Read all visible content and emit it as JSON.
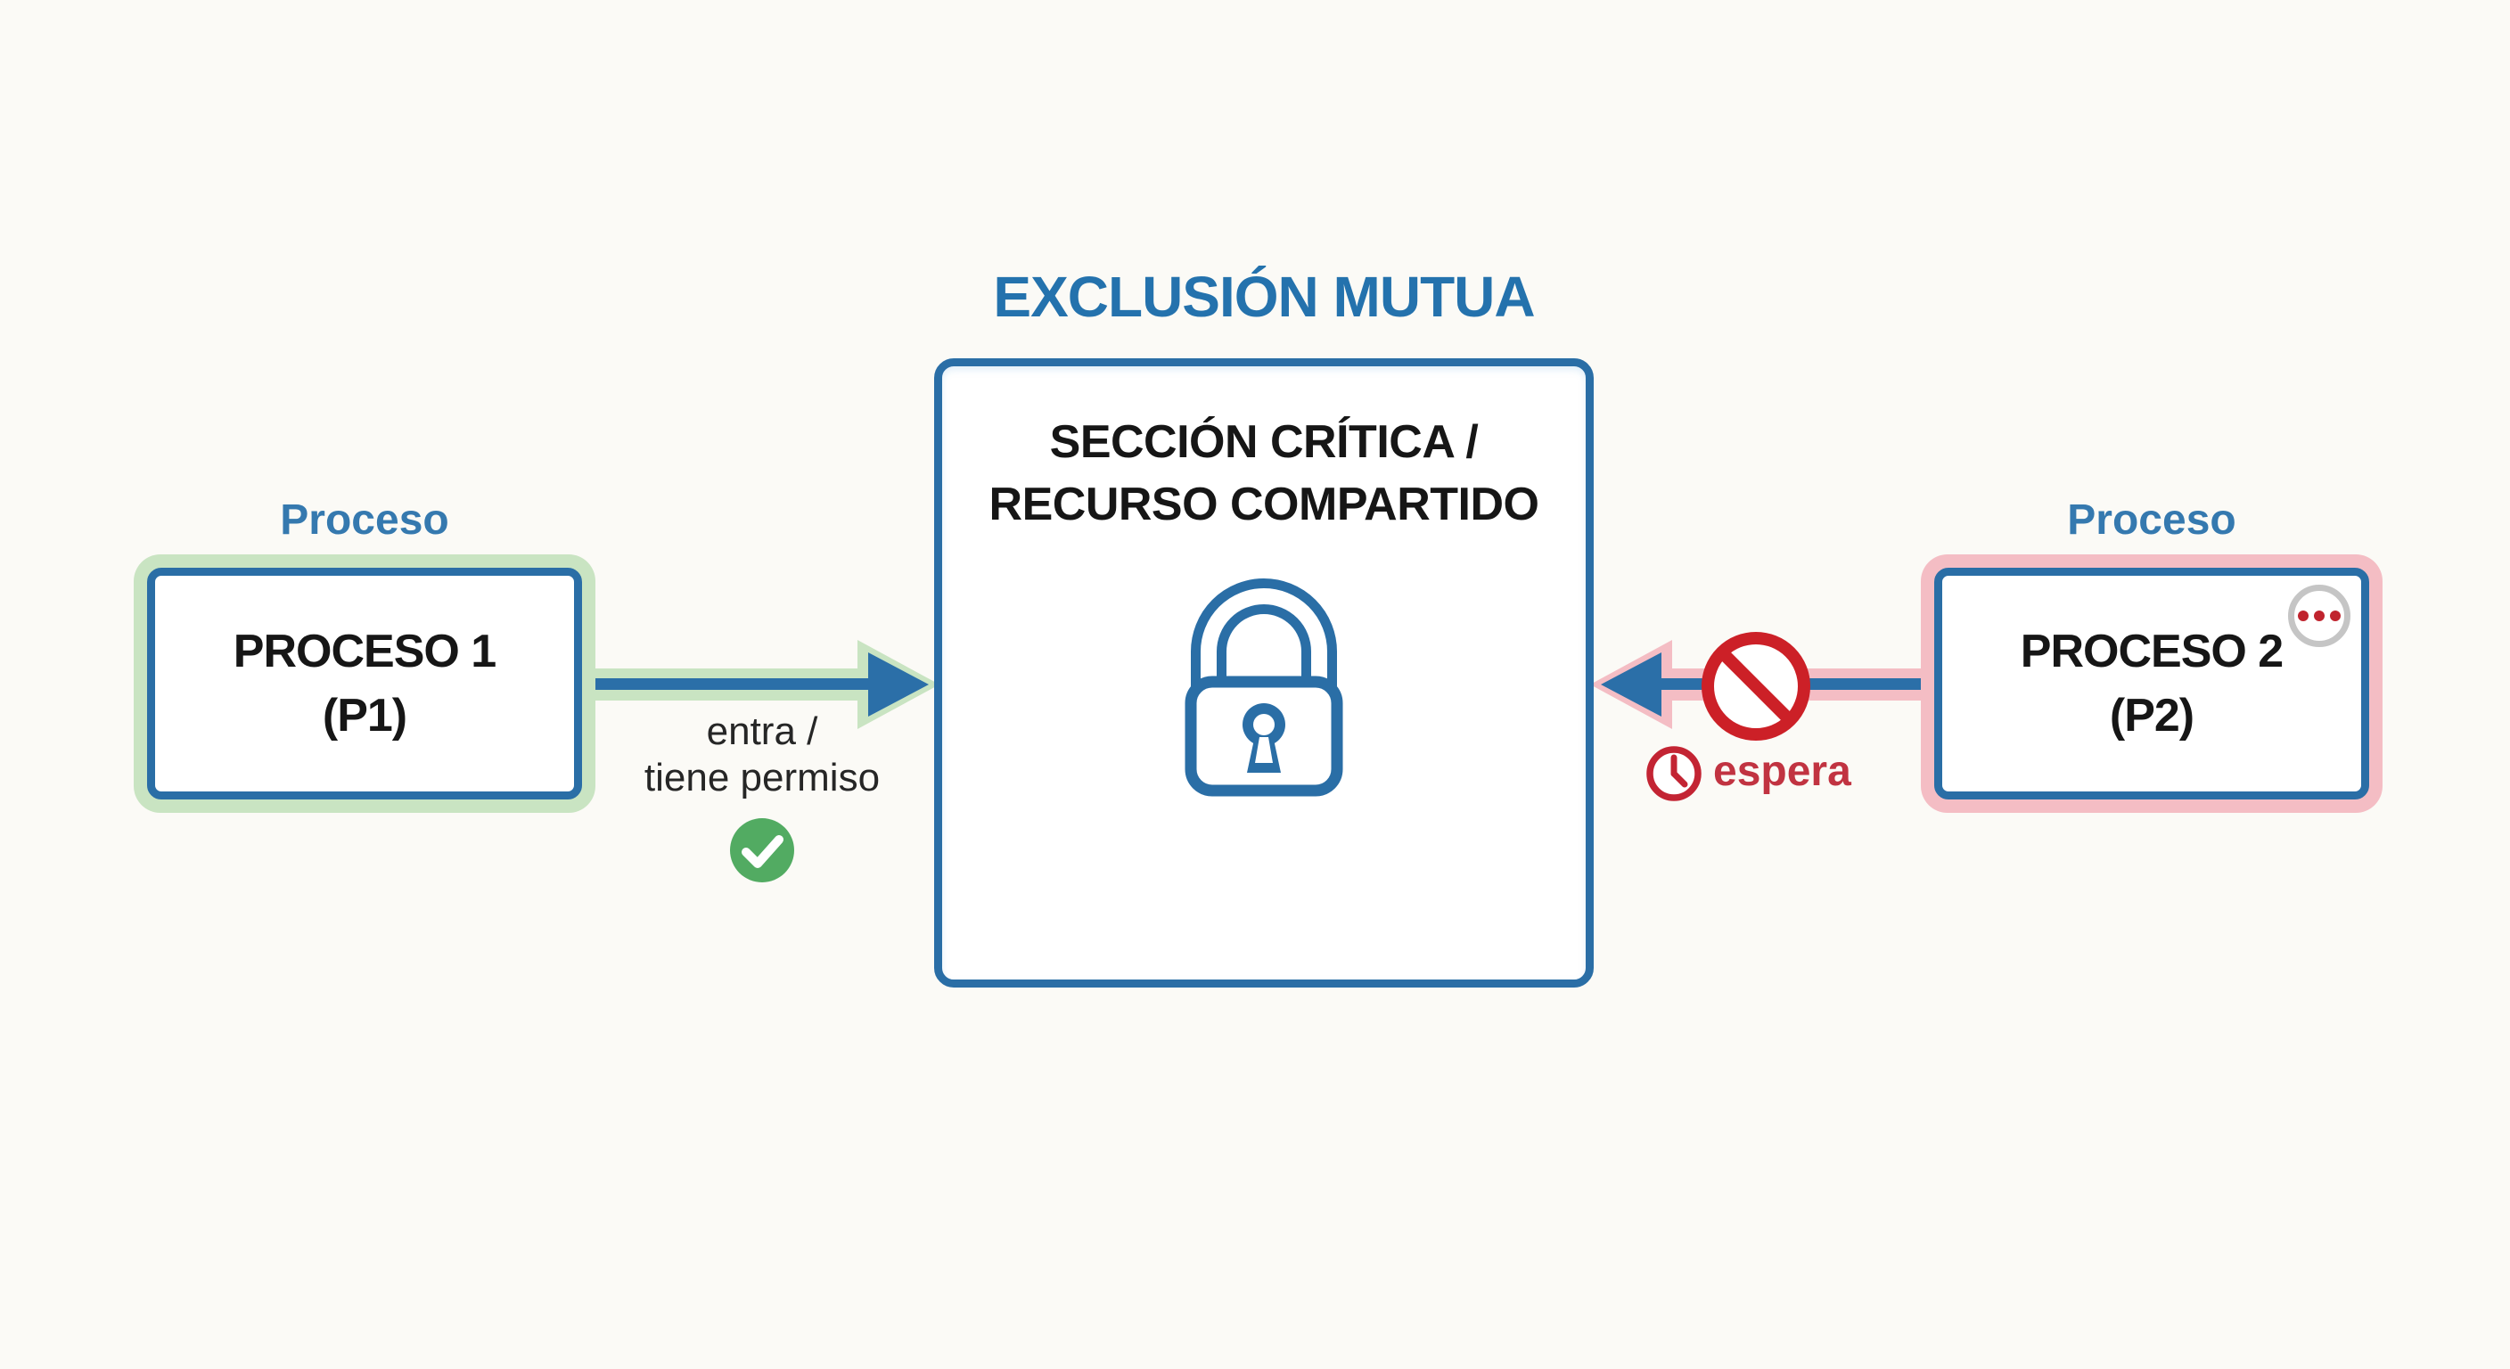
{
  "title": "EXCLUSIÓN MUTUA",
  "critical_section": {
    "line1": "SECCIÓN CRÍTICA /",
    "line2": "RECURSO COMPARTIDO",
    "icon": "lock-icon"
  },
  "process1": {
    "caption": "Proceso",
    "name_line1": "PROCESO 1",
    "name_line2": "(P1)",
    "state": "entra",
    "glow_color": "#c9e4c2"
  },
  "process2": {
    "caption": "Proceso",
    "name_line1": "PROCESO 2",
    "name_line2": "(P2)",
    "state": "espera",
    "glow_color": "#f4bdc4",
    "badge_icon": "ellipsis-badge"
  },
  "edges": {
    "p1_to_critical": {
      "label_line1": "entra /",
      "label_line2": "tiene permiso",
      "status_icon": "check-circle-icon",
      "band_color": "#c9e4c2",
      "line_color": "#2b6fa8"
    },
    "p2_to_critical": {
      "label": "espera",
      "status_icons": [
        "no-entry-icon",
        "clock-icon"
      ],
      "band_color": "#f4bdc4",
      "line_color": "#2b6fa8"
    }
  },
  "colors": {
    "title_blue": "#2472ad",
    "caption_blue": "#3579af",
    "border_blue": "#2a6ea6",
    "green_light": "#c9e4c2",
    "check_green": "#52ab62",
    "pink_light": "#f4bdc4",
    "no_entry_red": "#cc2027",
    "clock_red": "#c32433",
    "wait_red": "#c13341",
    "text_black": "#161616",
    "background": "#fbfaf6"
  }
}
